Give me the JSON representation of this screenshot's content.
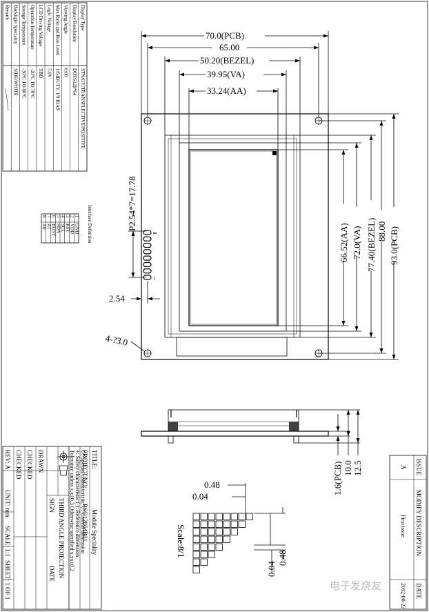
{
  "specs": {
    "headers": [
      "Display Type",
      "Display Resolution",
      "Viewing Angle",
      "Max Ratio and Bias Level",
      "Logic Voltage",
      "LCD Driving Voltage",
      "Operation Temperature",
      "Storage Temperature",
      "Backlight Speciality",
      "Remark"
    ],
    "values": [
      "STN/GY/TRANSFLECTIVE/POSITIVE",
      "DOTS128*64",
      "6:00",
      "1/64DUTY, 1/9 BIAS",
      "5.0V",
      "TBD",
      "-20°C TO 70°C",
      "-30°C TO 80°C",
      "SIDE/WHITE",
      ""
    ]
  },
  "interface": {
    "title": "Interface Definition",
    "pins": [
      "1",
      "2",
      "3",
      "4",
      "5",
      "6",
      "7",
      "8"
    ],
    "signals": [
      "GND",
      "VDD",
      "RST",
      "SCL",
      "SDA",
      "BUSY",
      "A1",
      "A0"
    ]
  },
  "dims": {
    "pcb_w": "70.0(PCB)",
    "hole_w": "65.00",
    "bezel_w": "50.20(BEZEL)",
    "va_w": "39.95(VA)",
    "aa_w": "33.24(AA)",
    "aa_h": "66.52(AA)",
    "va_h": "72.0(VA)",
    "bezel_h": "77.40(BEZEL)",
    "hole_h": "88.00",
    "pcb_h": "93.0(PCB)",
    "pitch": "P2.54*7=17.78",
    "pin_edge": "2.54",
    "holes": "4-?3.0",
    "pin_first": "1",
    "pin_last": "8",
    "t_pcb": "1.6(PCB)",
    "t_mid": "10.0",
    "t_total": "12.5",
    "dot_w": "0.48",
    "dot_gap": "0.04",
    "dot_gap_v": "0.04",
    "dot_h": "0.48",
    "scale": "Scale:8/1"
  },
  "title_block": {
    "title_label": "TITLE:",
    "title_value": "Module Speciality",
    "project_label": "PROJECT NO:",
    "project_value": "RSG12864B01",
    "note1": "◇: Special characteristic  ▽: Critical dimension",
    "note2": "+: Safety characteristic  ( ): Reference dimension",
    "note3": "Tolerance unless x.x±0.3  Otherwise specified x.xx±0.2",
    "projection": "THIRD ANGLE PROJECTION",
    "drawn": "DRAWN",
    "checked1": "CHECKED",
    "checked2": "CHECKED",
    "sign": "SIGN",
    "date": "DATE",
    "rev": "REV: A",
    "unit": "UNIT: mm",
    "scale": "SCALE: 1:1",
    "sheet": "SHEET: 1 OF 1"
  },
  "revision": {
    "issue_h": "ISSUE",
    "desc_h": "MODIFY DESCRIPTION",
    "date_h": "DATE",
    "issue": "A",
    "desc": "First issue",
    "date_v": "2012-08-22"
  },
  "watermark": "电子发烧友"
}
